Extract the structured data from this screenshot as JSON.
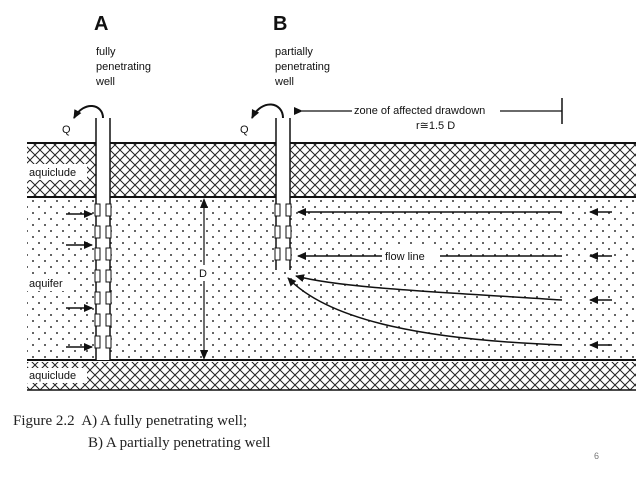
{
  "labels": {
    "well_a_letter": "A",
    "well_a_desc": [
      "fully",
      "penetrating",
      "well"
    ],
    "well_b_letter": "B",
    "well_b_desc": [
      "partially",
      "penetrating",
      "well"
    ],
    "discharge_a": "Q",
    "discharge_b": "Q",
    "zone": "zone of affected drawdown",
    "radius": "r≅1.5 D",
    "aquiclude_top": "aquiclude",
    "aquifer": "aquifer",
    "aquiclude_bottom": "aquiclude",
    "thickness": "D",
    "flow_line": "flow line"
  },
  "caption": {
    "line1": "Figure 2.2  A) A fully penetrating well;",
    "line2": "B) A partially penetrating well"
  },
  "page_number": "6"
}
